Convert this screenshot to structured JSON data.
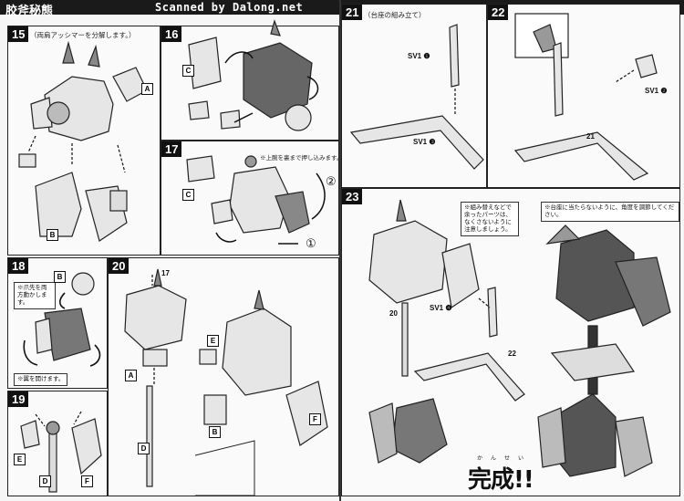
{
  "header": {
    "section_title": "胶斧秘態",
    "scan_credit": "Scanned by Dalong.net"
  },
  "steps": {
    "s15": {
      "num": "15",
      "text": "（両肩アッシマーを分解します。）",
      "labels": [
        "A",
        "B"
      ]
    },
    "s16": {
      "num": "16",
      "labels": [
        "C"
      ]
    },
    "s17": {
      "num": "17",
      "note": "※上腕を裏まで押し込みます。",
      "labels": [
        "C"
      ],
      "arrow1": "①",
      "arrow2": "②"
    },
    "s18": {
      "num": "18",
      "labels": [
        "B"
      ],
      "note1": "※爪先を両方動かします。",
      "note2": "※翼を開けます。"
    },
    "s19": {
      "num": "19",
      "labels": [
        "E",
        "D",
        "F"
      ]
    },
    "s20": {
      "num": "20",
      "labels": [
        "17",
        "A",
        "D",
        "E",
        "B",
        "F"
      ]
    },
    "s21": {
      "num": "21",
      "text": "（台座の組み立て）",
      "sv1_1": "SV1 ❶",
      "sv1_3": "SV1 ❸"
    },
    "s22": {
      "num": "22",
      "sv1_2": "SV1 ❷",
      "part": "21"
    },
    "s23": {
      "num": "23",
      "note1": "※組み替えなどで余ったパーツは、なくさないように注意しましょう。",
      "note2": "※台座に当たらないように、角度を調節してください。",
      "sv1_4": "SV1 ❹",
      "part20": "20",
      "part22": "22"
    }
  },
  "complete": {
    "text": "完成!!",
    "ruby": "かんせい"
  }
}
